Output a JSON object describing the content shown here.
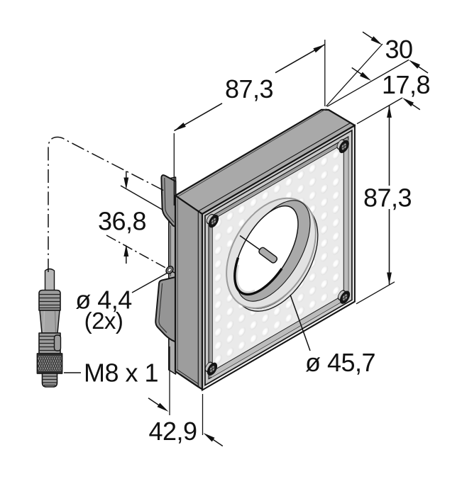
{
  "figure": {
    "kind": "technical dimension drawing",
    "subject": "square LED area light with central aperture, mounting bracket and M8 pigtail connector",
    "units": "mm"
  },
  "labels": {
    "width_top": "87,3",
    "depth_total": "30",
    "depth_bezel": "17,8",
    "height_right": "87,3",
    "cable_offset": "36,8",
    "mount_hole": "ø 4,4",
    "mount_hole_count": "(2x)",
    "connector_thread": "M8 x 1",
    "aperture": "ø 45,7",
    "bracket_offset": "42,9"
  },
  "colors": {
    "line": "#111111",
    "housing_top": "#a9a9a9",
    "housing_side": "#9d9d9d",
    "bracket": "#9a9a9a",
    "bezel": "#c9c9c9",
    "diffuser": "#eaeaea",
    "aperture_wall": "#a9a9a9",
    "background": "#ffffff"
  }
}
